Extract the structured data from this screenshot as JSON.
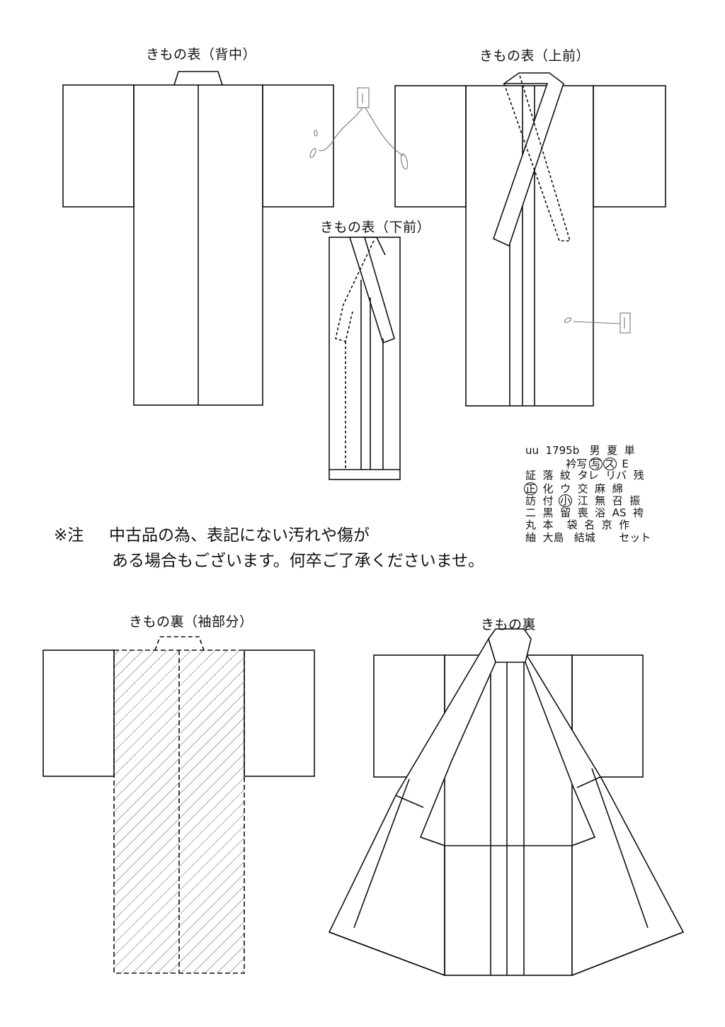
{
  "labels": {
    "front_back": "きもの表（背中）",
    "front_upper": "きもの表（上前）",
    "front_lower": "きもの表（下前）",
    "lining_sleeve": "きもの裏（袖部分）",
    "lining": "きもの裏"
  },
  "note": {
    "mark": "※注",
    "line1": "中古品の為、表記にない汚れや傷が",
    "line2": "ある場合もございます。何卒ご了承くださいませ。"
  },
  "code_table": {
    "row1": "uu  1795b   男  夏  単",
    "row2_pre": "            衿写 ",
    "row2_c1": "写",
    "row2_mid": " ",
    "row2_c2": "ス",
    "row2_post": "  E",
    "row3": "証  落  紋  タレ  リバ  残",
    "row4_c": "正",
    "row4_post": "  化  ウ  交  麻  綿",
    "row5_pre": "訪  付  ",
    "row5_c": "小",
    "row5_post": "  江  無  召  振",
    "row6": "二  黒  留  喪  浴  AS  袴",
    "row7": "丸  本    袋  名  京  作",
    "row8": "紬  大島   結城       セット"
  },
  "colors": {
    "line": "#111111",
    "sketch": "#777777",
    "hatch": "#555555"
  }
}
